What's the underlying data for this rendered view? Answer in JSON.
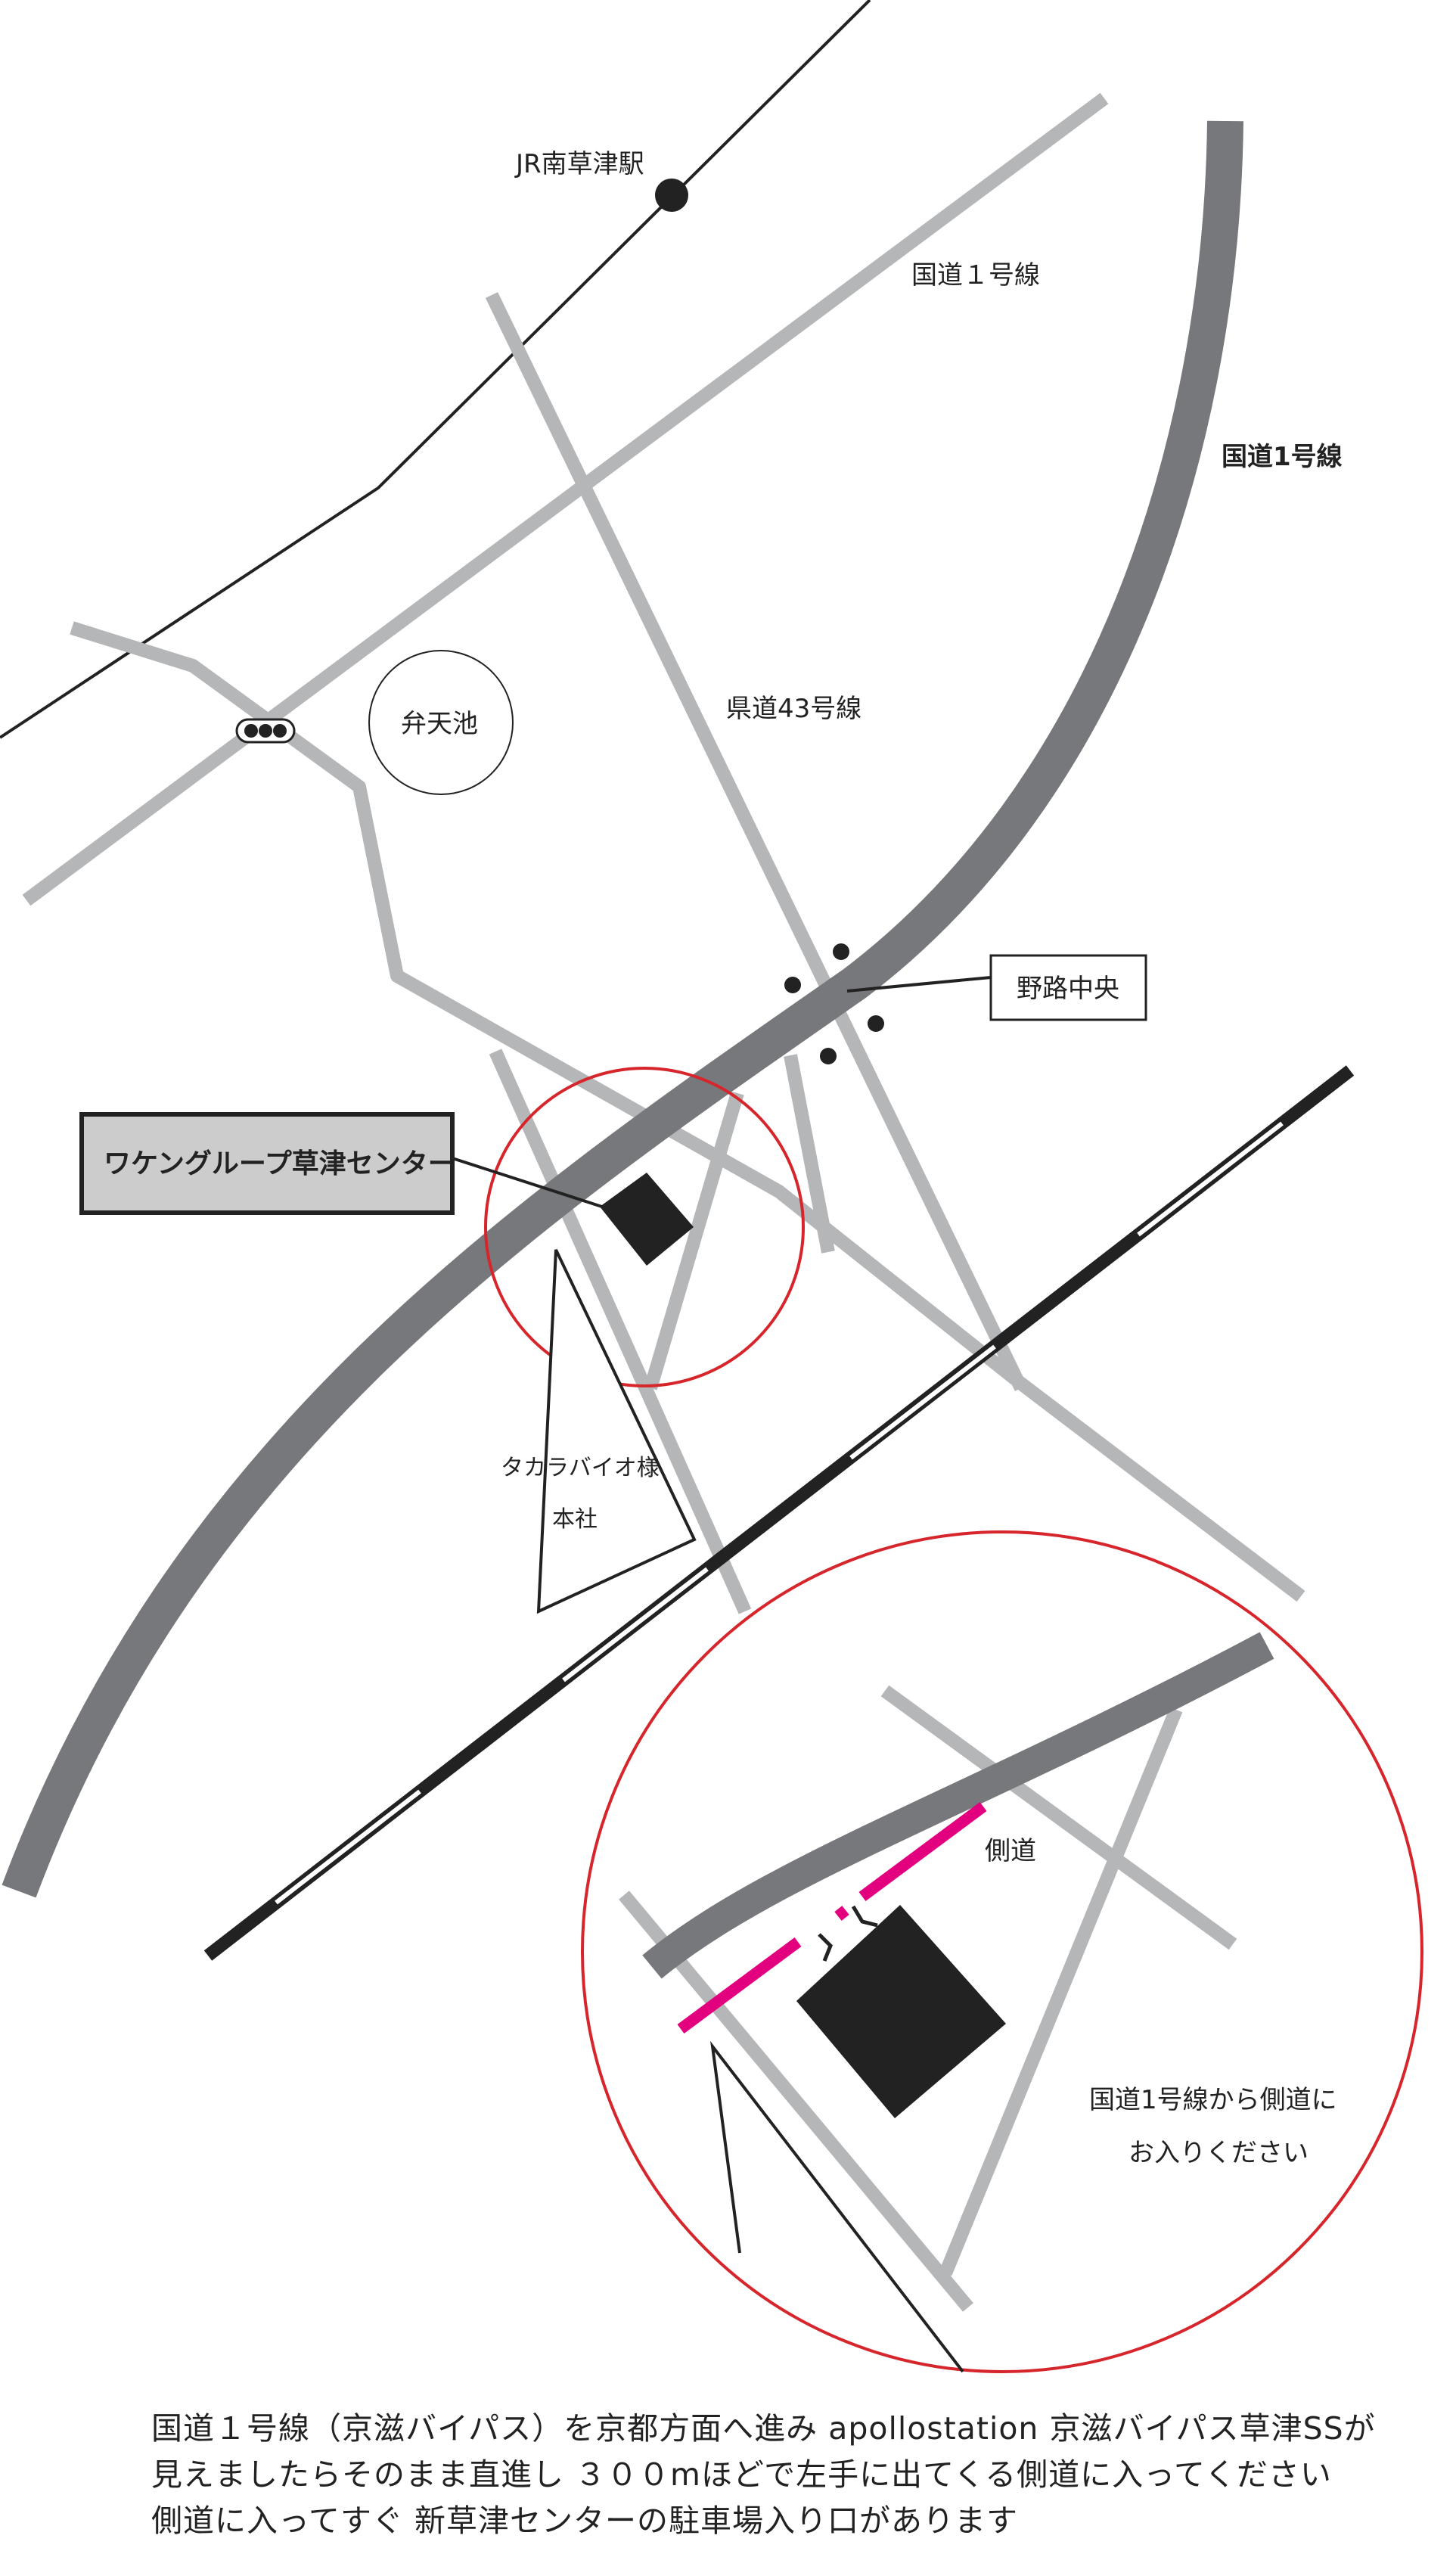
{
  "colors": {
    "national_road": "#77787b",
    "minor_road": "#b5b6b8",
    "railway": "#222222",
    "highlight_circle": "#d6262c",
    "side_road": "#e3007f",
    "label_box_fill": "#cccccc"
  },
  "map": {
    "station_label": "JR南草津駅",
    "route1_upper_label": "国道１号線",
    "route1_main_label": "国道1号線",
    "pond_label": "弁天池",
    "prefectural_road_label": "県道43号線",
    "intersection_label": "野路中央",
    "center_label": "ワケングループ草津センター",
    "takara_label_line1": "タカラバイオ様",
    "takara_label_line2": "本社",
    "traffic_signal_icon": "traffic-signal-icon"
  },
  "inset": {
    "side_road_label": "側道",
    "note_line1": "国道1号線から側道に",
    "note_line2": "お入りください"
  },
  "directions": {
    "line1": "国道１号線（京滋バイパス）を京都方面へ進み apollostation 京滋バイパス草津SSが",
    "line2": "見えましたらそのまま直進し ３００mほどで左手に出てくる側道に入ってください",
    "line3": "側道に入ってすぐ 新草津センターの駐車場入り口があります"
  }
}
